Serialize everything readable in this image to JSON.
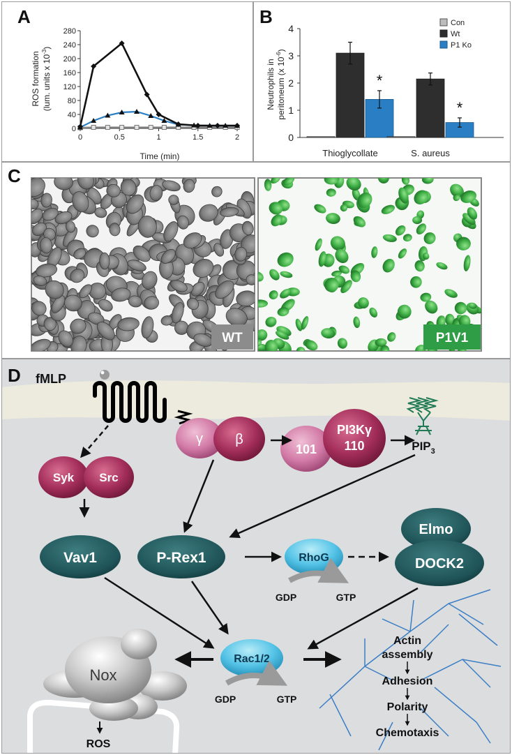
{
  "panels": {
    "a": "A",
    "b": "B",
    "c": "C",
    "d": "D"
  },
  "chart_data": [
    {
      "type": "line",
      "ylabel_line1": "ROS formation",
      "ylabel_line2": "(lum. units x 10",
      "ylabel_exp": "-3",
      "ylabel_tail": ")",
      "xlabel": "Time (min)",
      "xlim": [
        0,
        2
      ],
      "ylim": [
        0,
        280
      ],
      "xticks": [
        "0",
        "0.5",
        "1",
        "1.5",
        "2"
      ],
      "yticks": [
        "0",
        "40",
        "80",
        "120",
        "160",
        "200",
        "240",
        "280"
      ],
      "series": [
        {
          "color": "#111111",
          "marker": "diamond",
          "x": [
            0,
            0.17,
            0.53,
            0.85,
            1.0,
            1.25,
            1.5,
            1.75,
            2.0
          ],
          "y": [
            5,
            178,
            244,
            97,
            40,
            12,
            8,
            8,
            8
          ]
        },
        {
          "color": "#2a7fc4",
          "marker": "triangle",
          "x": [
            0,
            0.17,
            0.35,
            0.53,
            0.72,
            0.9,
            1.07,
            1.25,
            1.45,
            1.65,
            1.85,
            2.0
          ],
          "y": [
            3,
            22,
            37,
            46,
            48,
            36,
            22,
            11,
            9,
            8,
            8,
            8
          ]
        },
        {
          "color": "#888888",
          "marker": "square",
          "x": [
            0,
            0.17,
            0.35,
            0.53,
            0.72,
            0.9,
            1.07,
            1.25,
            1.45,
            1.65,
            1.85,
            2.0
          ],
          "y": [
            2,
            3,
            3,
            3,
            3,
            3,
            3,
            3,
            3,
            3,
            3,
            3
          ]
        }
      ]
    },
    {
      "type": "bar",
      "ylabel_line1": "Neutrophils in",
      "ylabel_line2": "peritoneum (x 10",
      "ylabel_exp": "-6",
      "ylabel_tail": ")",
      "ylim": [
        0,
        4
      ],
      "yticks": [
        "0",
        "1",
        "2",
        "3",
        "4"
      ],
      "categories": [
        "Thioglycollate",
        "S. aureus"
      ],
      "series": [
        {
          "name": "Con",
          "color": "#bcbcbc",
          "values": [
            0.03,
            0.03
          ],
          "err": [
            0,
            0
          ]
        },
        {
          "name": "Wt",
          "color": "#2e2e2e",
          "values": [
            3.1,
            2.15
          ],
          "err": [
            0.4,
            0.22
          ]
        },
        {
          "name": "P1 Ko",
          "color": "#2a7fc4",
          "values": [
            1.4,
            0.55
          ],
          "err": [
            0.32,
            0.17
          ]
        }
      ],
      "annotations": [
        "*",
        "*"
      ],
      "legend_position": "top-right"
    }
  ],
  "micrographs": {
    "left": "WT",
    "right": "P1V1"
  },
  "pathway": {
    "ligand": "fMLP",
    "gamma": "γ",
    "beta": "β",
    "syk": "Syk",
    "src": "Src",
    "p101": "101",
    "pi3k_line1": "PI3Kγ",
    "pi3k_line2": "110",
    "pip": "PIP",
    "pip_sub": "3",
    "vav1": "Vav1",
    "prex1": "P-Rex1",
    "rhog": "RhoG",
    "elmo": "Elmo",
    "dock2": "DOCK2",
    "rac": "Rac1/2",
    "nox": "Nox",
    "ros": "ROS",
    "gdp": "GDP",
    "gtp": "GTP",
    "actin_line1": "Actin",
    "actin_line2": "assembly",
    "adhesion": "Adhesion",
    "polarity": "Polarity",
    "chemotaxis": "Chemotaxis"
  }
}
